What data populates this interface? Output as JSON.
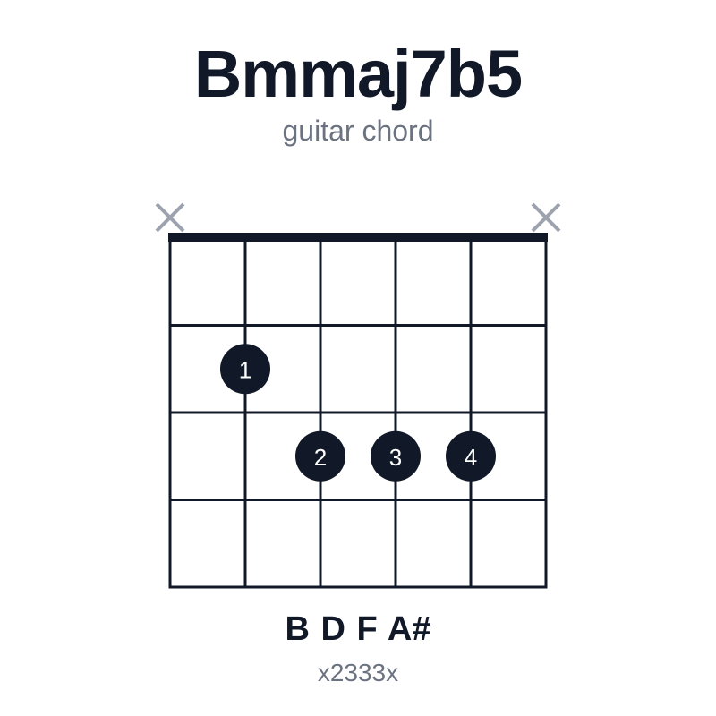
{
  "chord": {
    "name": "Bmmaj7b5",
    "subtitle": "guitar chord",
    "notes": "B D F A#",
    "fingering": "x2333x"
  },
  "diagram": {
    "strings": 6,
    "frets": 4,
    "start_fret": 1,
    "muted_strings": [
      1,
      6
    ],
    "open_strings": [],
    "dots": [
      {
        "string": 2,
        "fret": 2,
        "finger": "1"
      },
      {
        "string": 3,
        "fret": 3,
        "finger": "2"
      },
      {
        "string": 4,
        "fret": 3,
        "finger": "3"
      },
      {
        "string": 5,
        "fret": 3,
        "finger": "4"
      }
    ],
    "colors": {
      "grid": "#111827",
      "dot": "#111827",
      "dot_text": "#ffffff",
      "muted": "#9ca3af"
    }
  }
}
